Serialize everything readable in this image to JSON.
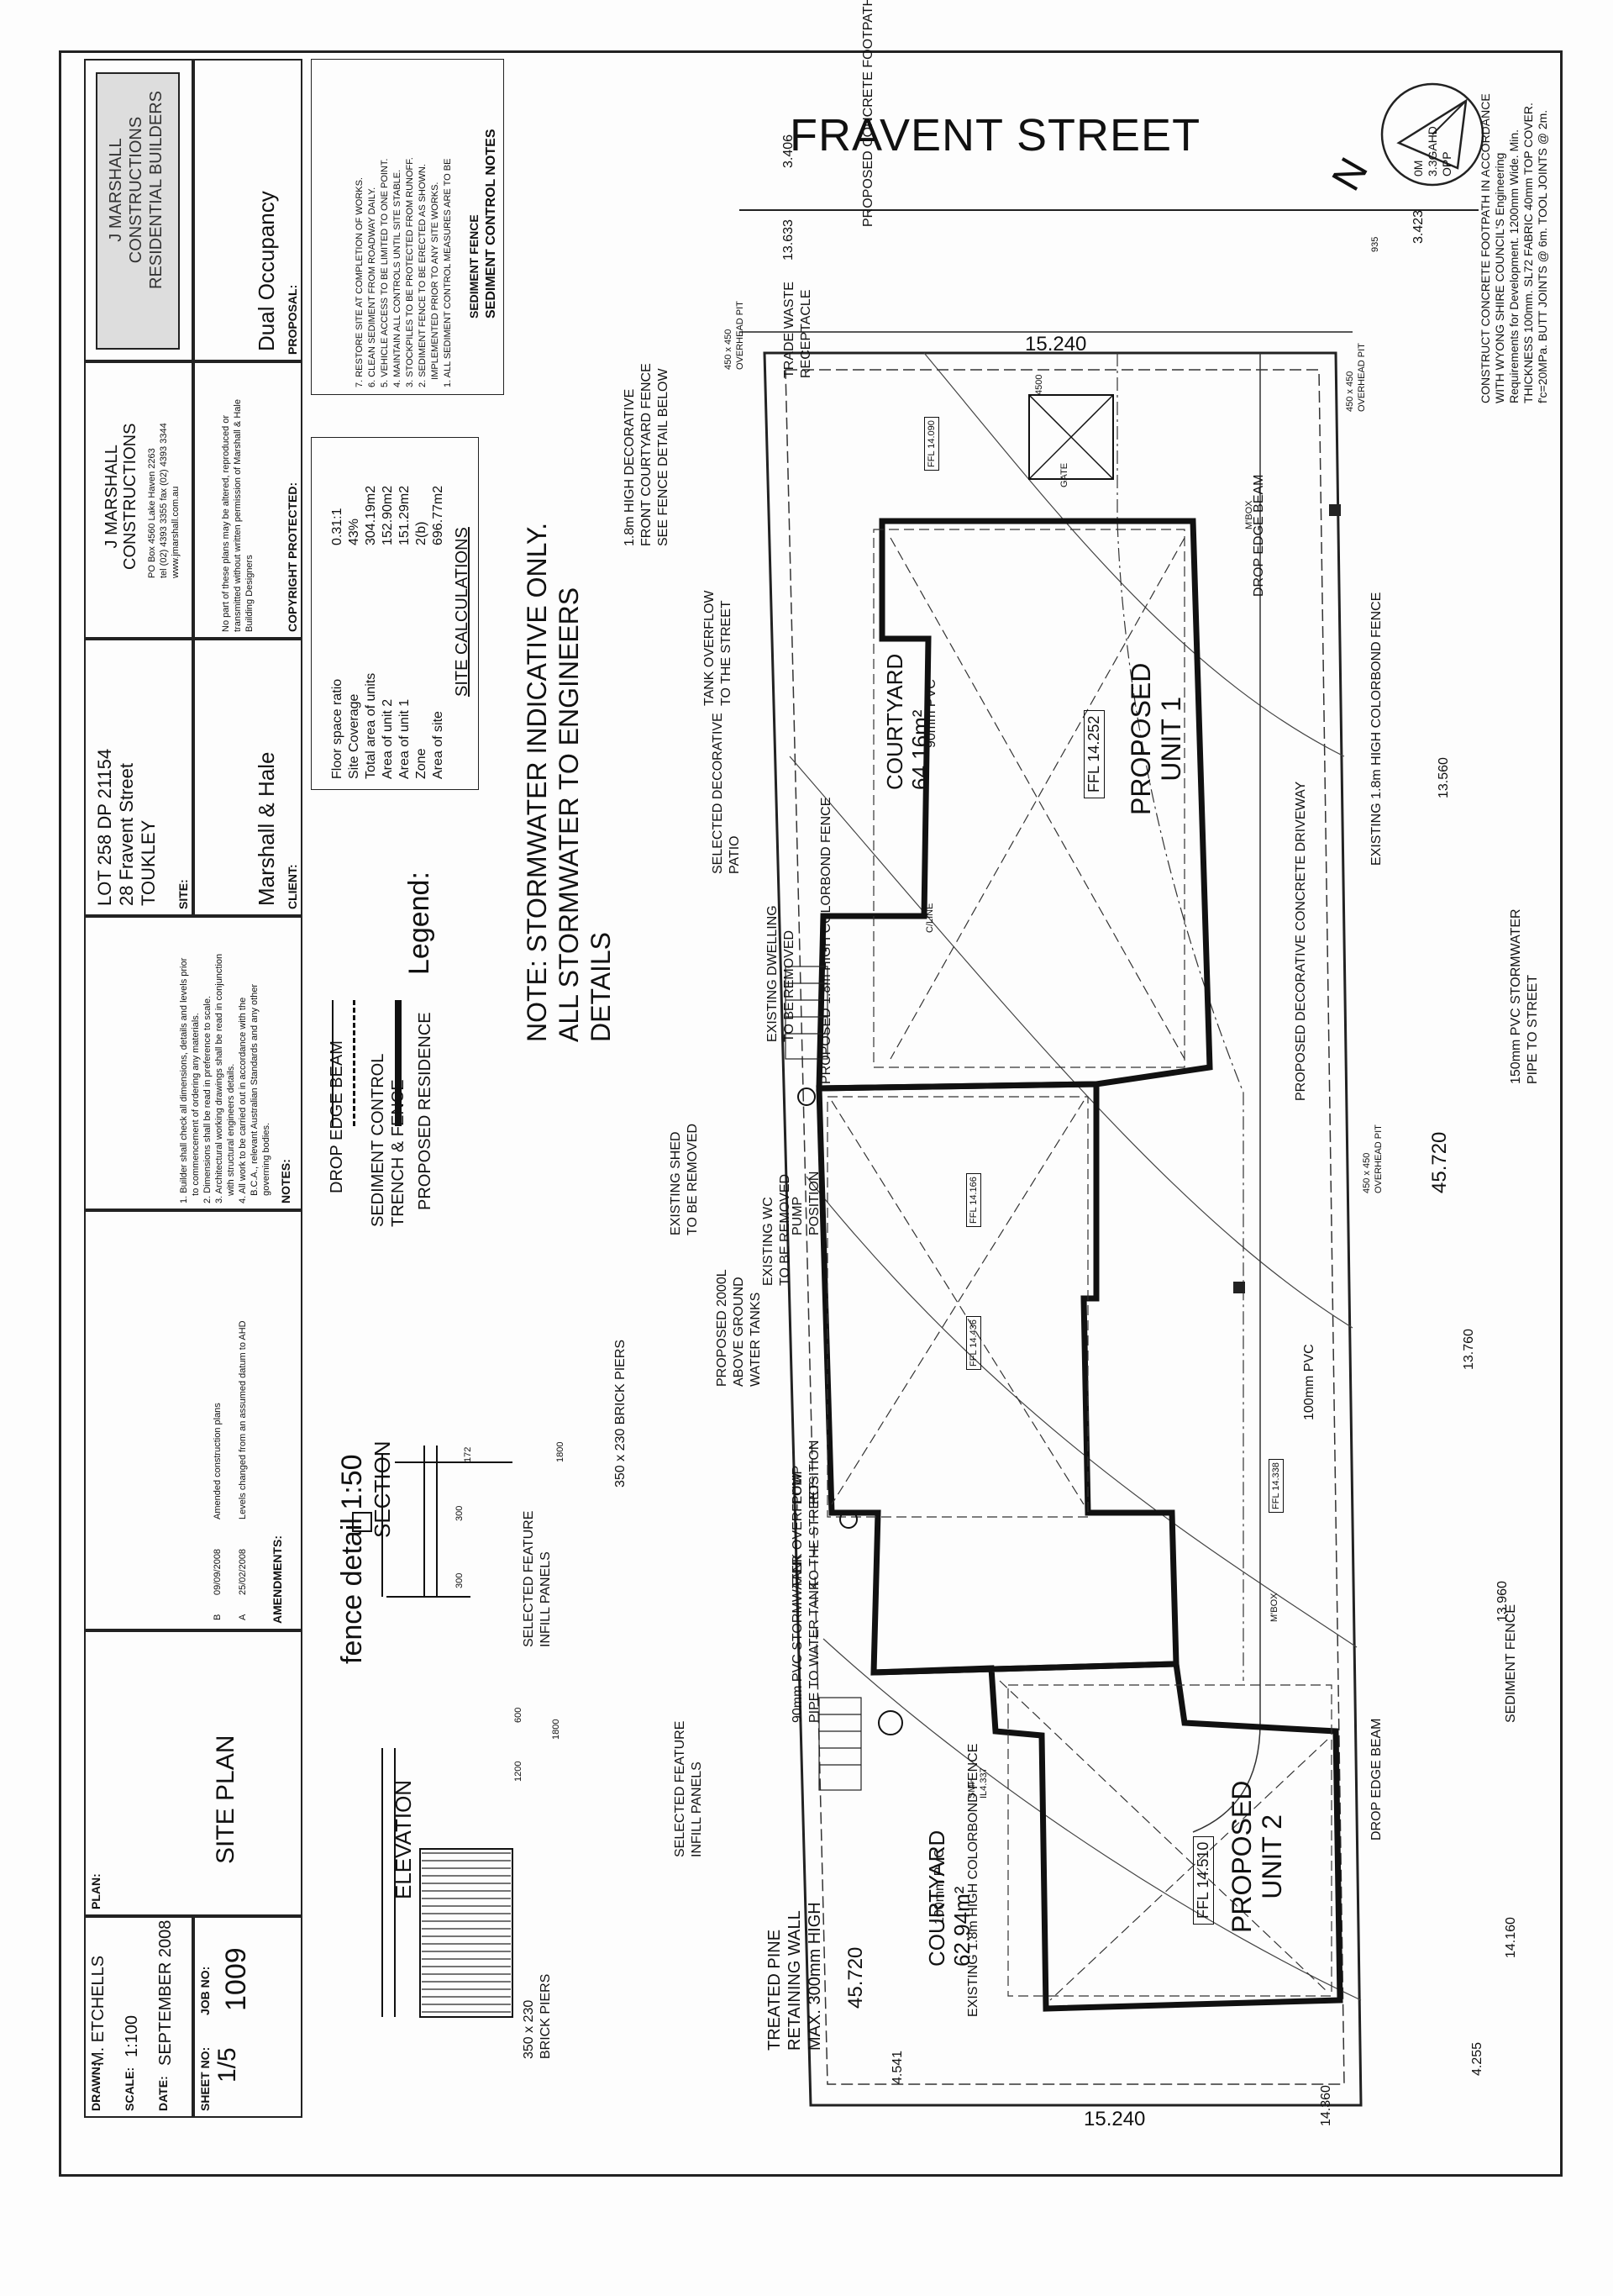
{
  "street_name": "FRAVENT STREET",
  "north_label": "N",
  "dimensions": {
    "front": "15.240",
    "rear": "15.240",
    "side_right": "45.720",
    "side_left": "45.720",
    "setback_935": "935",
    "setback_4500": "4500"
  },
  "spot_levels": [
    "3.406",
    "13.633",
    "3.423",
    "13.560",
    "13.760",
    "13.960",
    "14.160",
    "4.255",
    "4.541",
    "14.360"
  ],
  "site_notes": {
    "footpath": "PROPOSED CONCRETE FOOTPATH",
    "footpath_spec": "CONSTRUCT CONCRETE FOOTPATH IN ACCORDANCE\nWITH WYONG SHIRE COUNCIL'S Engineering\nRequirements for Development. 1200mm Wide. Min.\nTHICKNESS 100mm. SL72 FABRIC 40mm TOP COVER.\nf'c=20MPa. BUTT JOINTS @ 6m. TOOL JOINTS @ 2m.",
    "om_label": "0M\n3.3GAHD\nOPP",
    "trade_waste": "TRADE WASTE\nRECEPTACLE",
    "decorative_fence": "1.8m HIGH DECORATIVE\nFRONT COURTYARD FENCE\nSEE FENCE DETAIL BELOW",
    "tank_overflow_1": "TANK OVERFLOW\nTO THE STREET",
    "decorative_patio": "SELECTED DECORATIVE\nPATIO",
    "colorbond_proposed": "PROPOSED 1.8m HIGH COLORBOND FENCE",
    "existing_dwelling": "EXISTING DWELLING\nTO BE REMOVED",
    "existing_shed": "EXISTING SHED\nTO BE REMOVED",
    "pump_1": "PUMP\nPOSITION",
    "existing_wc": "EXISTING WC\nTO BE REMOVED",
    "water_tanks": "PROPOSED 2000L\nABOVE GROUND\nWATER TANKS",
    "pump_2": "PUMP\nPOSITION",
    "tank_overflow_2": "TANK OVERFLOW\nTO THE STREET",
    "pvc_water_tank": "90mm PVC STORMWATER\nPIPE TO WATER TANK",
    "retaining_wall": "TREATED PINE\nRETAINING WALL\nMAX. 300mm HIGH",
    "colorbond_existing_top": "EXISTING 1.8m HIGH COLORBOND FENCE",
    "colorbond_existing_bottom": "EXISTING 1.8m HIGH COLORBOND FENCE",
    "driveway": "PROPOSED DECORATIVE CONCRETE DRIVEWAY",
    "stormwater_street": "150mm PVC STORMWATER\nPIPE TO STREET",
    "overhead_pit_1": "450 x 450\nOVERHEAD PIT",
    "overhead_pit_2": "450 x 450\nOVERHEAD PIT",
    "overhead_pit_3": "450 x 450\nOVERHEAD PIT",
    "pvc_100_1": "100mm PVC",
    "pvc_100_2": "100mm PVC",
    "pvc_90": "90mm PVC",
    "sediment_fence": "SEDIMENT FENCE",
    "drop_edge_1": "DROP EDGE BEAM",
    "drop_edge_2": "DROP EDGE BEAM",
    "mbox_1": "M'BOX",
    "mbox_2": "M'BOX",
    "smh": "SMH\nIL4.337",
    "gate": "GATE",
    "clothesline": "C/LINE"
  },
  "units": {
    "unit1_title": "PROPOSED\nUNIT 1",
    "unit1_ffl": "FFL 14.252",
    "unit2_title": "PROPOSED\nUNIT 2",
    "unit2_ffl": "FFL 14.510",
    "courtyard1": "COURTYARD\n64.16m²",
    "courtyard2": "COURTYARD\n62.94m²",
    "ffl_a": "FFL 14.090",
    "ffl_b": "FFL 14.166",
    "ffl_c": "FFL 14.436",
    "ffl_d": "FFL 14.338"
  },
  "stormwater_note": "NOTE: STORMWATER INDICATIVE ONLY.\nALL STORMWATER TO ENGINEERS\nDETAILS",
  "legend": {
    "title": "Legend:",
    "items": [
      {
        "label": "PROPOSED RESIDENCE"
      },
      {
        "label": "SEDIMENT CONTROL\nTRENCH & FENCE"
      },
      {
        "label": "DROP EDGE BEAM"
      }
    ]
  },
  "site_calculations": {
    "title": "SITE CALCULATIONS",
    "rows": [
      {
        "label": "Area of site",
        "value": "696.77m2"
      },
      {
        "label": "Zone",
        "value": "2(b)"
      },
      {
        "label": "Area of unit 1",
        "value": "151.29m2"
      },
      {
        "label": "Area of unit 2",
        "value": "152.90m2"
      },
      {
        "label": "Total area of units",
        "value": "304.19m2"
      },
      {
        "label": "Site Coverage",
        "value": "43%"
      },
      {
        "label": "Floor space ratio",
        "value": "0.31:1"
      }
    ]
  },
  "sediment_notes": {
    "title": "SEDIMENT CONTROL NOTES",
    "fence_label": "SEDIMENT FENCE",
    "lines": [
      "1. ALL SEDIMENT CONTROL MEASURES ARE TO BE",
      "   IMPLEMENTED PRIOR TO ANY SITE WORKS.",
      "2. SEDIMENT FENCE TO BE ERECTED AS SHOWN.",
      "3. STOCKPILES TO BE PROTECTED FROM RUNOFF.",
      "4. MAINTAIN ALL CONTROLS UNTIL SITE STABLE.",
      "5. VEHICLE ACCESS TO BE LIMITED TO ONE POINT.",
      "6. CLEAN SEDIMENT FROM ROADWAY DAILY.",
      "7. RESTORE SITE AT COMPLETION OF WORKS."
    ]
  },
  "fence_detail": {
    "bricks_top": "350 x 230 BRICK PIERS",
    "dim_1800": "1800",
    "dim_172": "172",
    "dim_300a": "300",
    "dim_300b": "300",
    "infill_1": "SELECTED FEATURE\nINFILL PANELS",
    "section": "SECTION",
    "title": "fence detail 1:50",
    "elevation": "ELEVATION",
    "dim_1800b": "1800",
    "dim_600": "600",
    "dim_1200": "1200",
    "infill_2": "SELECTED FEATURE\nINFILL PANELS",
    "bricks_bottom": "350 x 230\nBRICK PIERS"
  },
  "title_block": {
    "company_logo": "J MARSHALL\nCONSTRUCTIONS\nRESIDENTIAL BUILDERS",
    "proposal_label": "PROPOSAL:",
    "proposal": "Dual Occupancy",
    "company": "J MARSHALL\nCONSTRUCTIONS",
    "company_contact": "PO Box 4560 Lake Haven 2263\ntel (02) 4393 3355 fax (02) 4393 3344\nwww.jmarshall.com.au",
    "client_label": "CLIENT:",
    "client": "Marshall & Hale",
    "copyright_label": "COPYRIGHT PROTECTED:",
    "copyright": "No part of these plans may be altered, reproduced or\ntransmitted without written permission of Marshall & Hale\nBuilding Designers",
    "site_label": "SITE:",
    "site": "LOT 258 DP 21154\n28 Fravent Street\nTOUKLEY",
    "notes_label": "NOTES:",
    "notes": "1. Builder shall check all dimensions, details and levels prior\n   to commencement of ordering any materials.\n2. Dimensions shall be read in preference to scale.\n3. Architectural working drawings shall be read in conjunction\n   with structural engineers details.\n4. All work to be carried out in accordance with the\n   B.C.A., relevant Australian Standards and any other\n   governing bodies.",
    "amendments_label": "AMENDMENTS:",
    "amendments": [
      {
        "rev": "A",
        "date": "25/02/2008",
        "desc": "Levels changed from an assumed datum to AHD"
      },
      {
        "rev": "B",
        "date": "09/09/2008",
        "desc": "Amended construction plans"
      }
    ],
    "plan_label": "PLAN:",
    "plan": "SITE PLAN",
    "job_label": "JOB NO:",
    "job": "1009",
    "sheet_label": "SHEET NO:",
    "sheet": "1/5",
    "date_label": "DATE:",
    "date": "SEPTEMBER 2008",
    "scale_label": "SCALE:",
    "scale": "1:100",
    "drawn_label": "DRAWN:",
    "drawn": "M. ETCHELLS"
  }
}
